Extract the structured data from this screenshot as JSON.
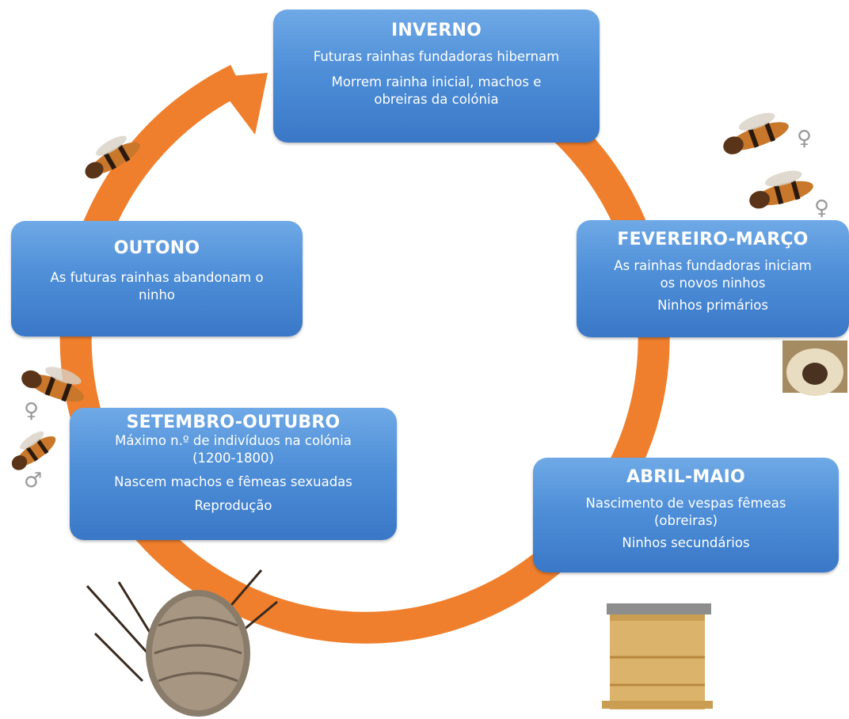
{
  "stages": {
    "inverno": {
      "title": "INVERNO",
      "line1": "Futuras rainhas fundadoras hibernam",
      "line2a": "Morrem rainha inicial, machos e",
      "line2b": "obreiras da colónia"
    },
    "fevereiro": {
      "title": "FEVEREIRO-MARÇO",
      "line1a": "As rainhas fundadoras iniciam",
      "line1b": "os novos ninhos",
      "line2": "Ninhos primários"
    },
    "abril": {
      "title": "ABRIL-MAIO",
      "line1a": "Nascimento de vespas fêmeas",
      "line1b": "(obreiras)",
      "line2": "Ninhos secundários"
    },
    "setembro": {
      "title": "SETEMBRO-OUTUBRO",
      "line1a": "Máximo n.º de indivíduos na colónia",
      "line1b": "(1200-1800)",
      "line2": "Nascem machos e fêmeas sexuadas",
      "line3": "Reprodução"
    },
    "outono": {
      "title": "OUTONO",
      "line1a": "As futuras rainhas abandonam o",
      "line1b": "ninho"
    }
  },
  "symbols": {
    "female": "♀",
    "male": "♂"
  },
  "colors": {
    "cycle": "#ef7f2c",
    "box": "#4f8fd8"
  }
}
